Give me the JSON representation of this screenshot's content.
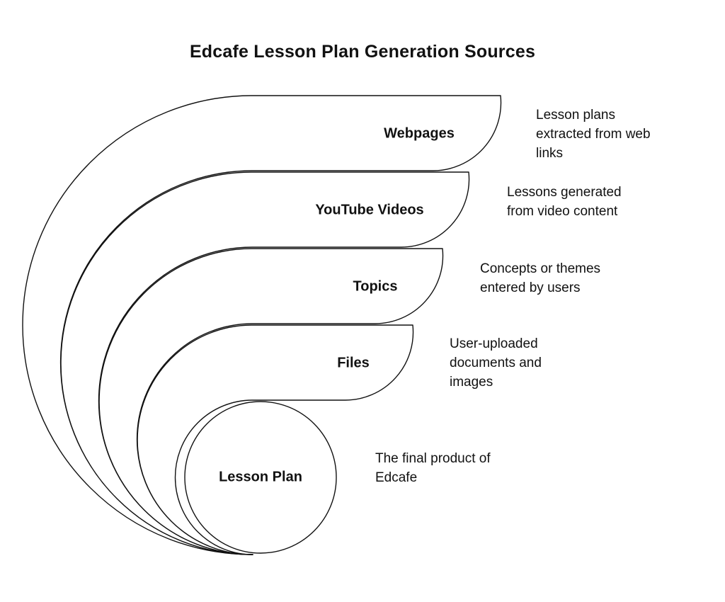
{
  "title": "Edcafe Lesson Plan Generation Sources",
  "layers": [
    {
      "label": "Webpages",
      "description": "Lesson plans extracted from web links"
    },
    {
      "label": "YouTube Videos",
      "description": "Lessons generated from video content"
    },
    {
      "label": "Topics",
      "description": "Concepts or themes entered by users"
    },
    {
      "label": "Files",
      "description": "User-uploaded documents and images"
    },
    {
      "label": "Lesson Plan",
      "description": "The final product of Edcafe"
    }
  ],
  "colors": {
    "stroke": "#111111",
    "background": "#ffffff",
    "text": "#111111"
  }
}
